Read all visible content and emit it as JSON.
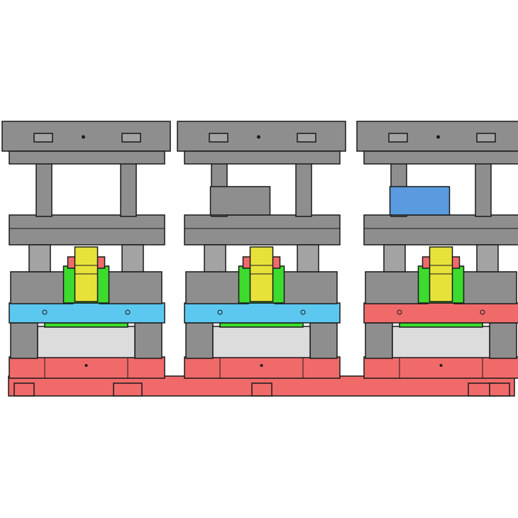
{
  "diagram": {
    "description_visible_text": "",
    "colors": {
      "steel_gray": "#8e8e8e",
      "steel_gray_light": "#a3a3a3",
      "outline": "#1a1a1a",
      "base_red": "#f06a6a",
      "base_red_dark": "#e25252",
      "plate_blue": "#5cc8f0",
      "plate_red": "#f06a6a",
      "punch_yellow": "#e6e23a",
      "part_green": "#3ddb2e",
      "window_light": "#dcdcdc",
      "block_blue": "#5a9be0",
      "background": "#ffffff"
    },
    "stations": [
      {
        "id": "station-1",
        "top_label": "",
        "stripper_color": "plate_blue",
        "has_upper_block": false
      },
      {
        "id": "station-2",
        "top_label": "",
        "stripper_color": "plate_blue",
        "has_upper_block": true,
        "upper_block_color": "steel_gray"
      },
      {
        "id": "station-3",
        "top_label": "",
        "stripper_color": "plate_red",
        "has_upper_block": true,
        "upper_block_color": "block_blue"
      }
    ]
  }
}
